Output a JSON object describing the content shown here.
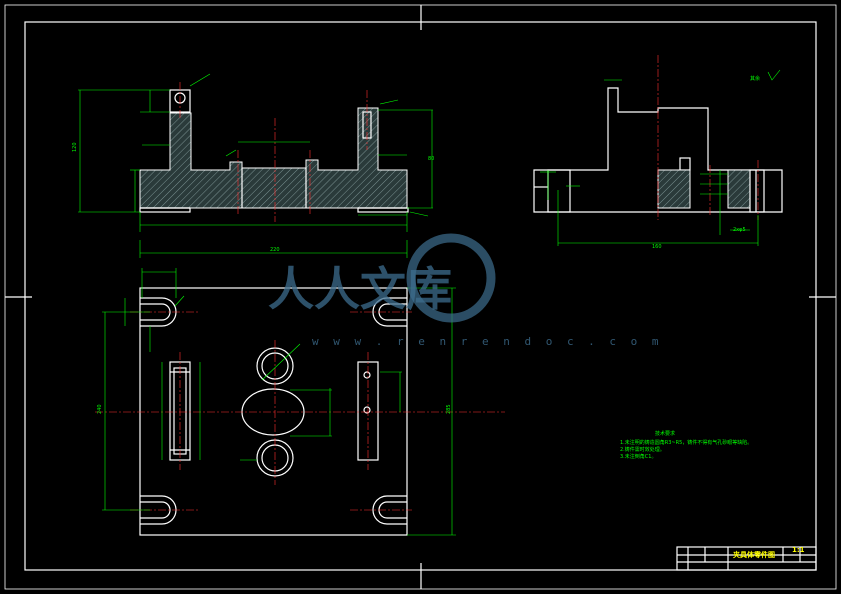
{
  "title_block": {
    "drawing_name": "夹具体零件图",
    "scale": "1:1"
  },
  "technical_requirements": {
    "heading": "技术要求",
    "items": [
      "1.未注明的铸造圆角R3~R5，铸件不得有气孔砂眼等缺陷。",
      "2.铸件需时效处理。",
      "3.未注倒角C1。"
    ]
  },
  "roughness_note": "其余",
  "watermark": {
    "logo_text": "人人文库",
    "url": "w w w . r e n r e n d o c . c o m"
  },
  "colors": {
    "background": "#000000",
    "outline": "#ffffff",
    "dimension": "#00ff00",
    "centerline": "#ff3030",
    "text": "#ffff00",
    "watermark": "#3d6d8e"
  }
}
